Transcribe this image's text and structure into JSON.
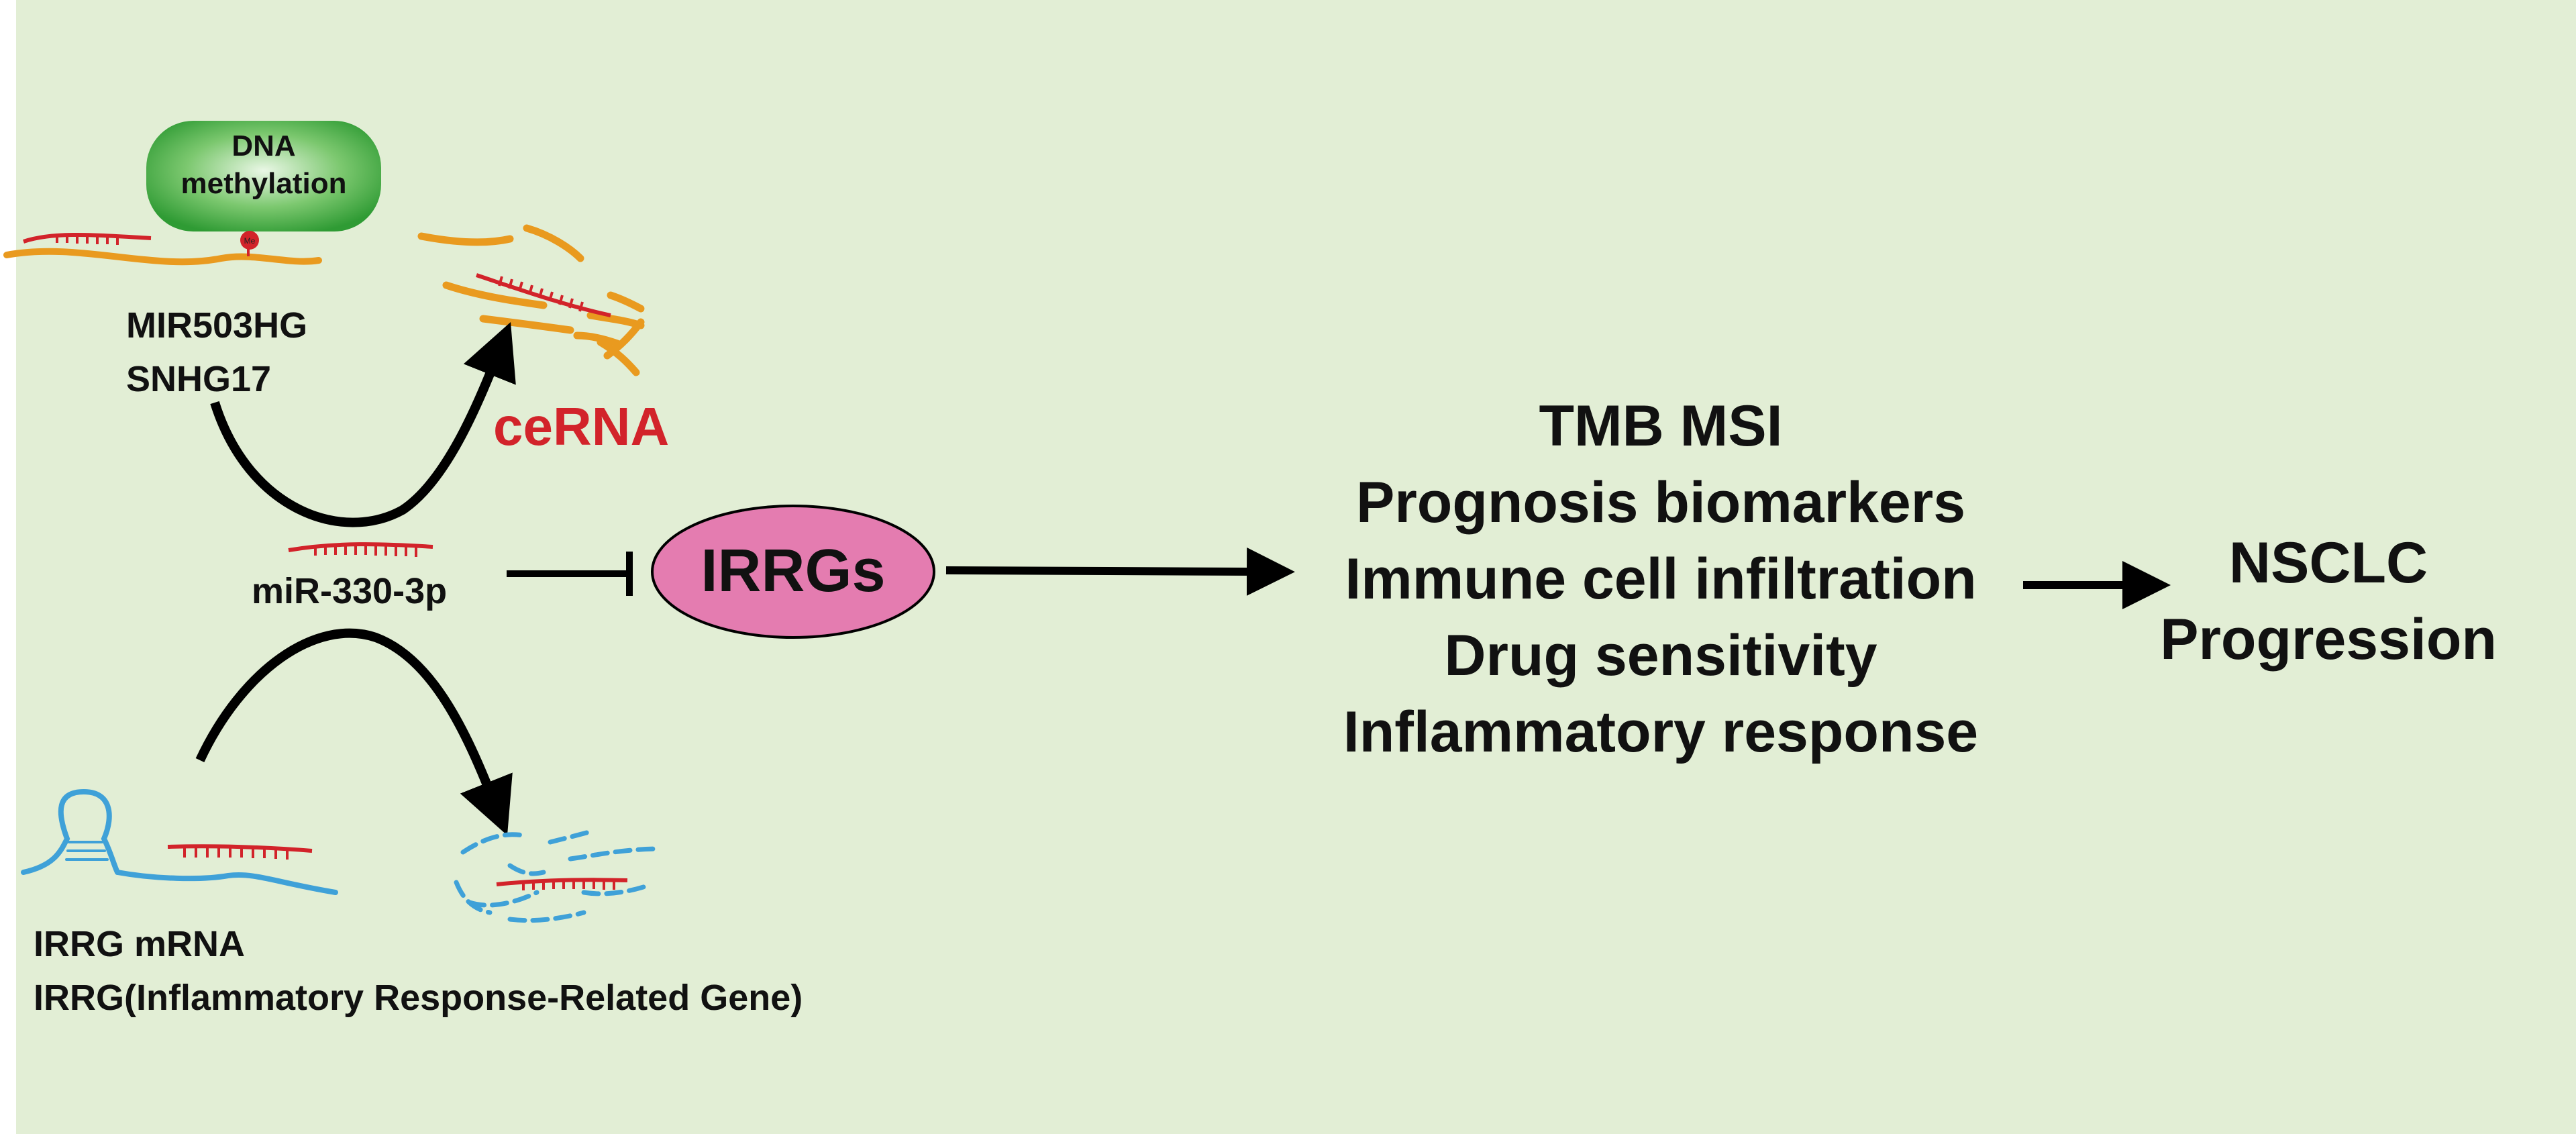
{
  "diagram": {
    "dna_methylation": [
      "DNA",
      "methylation"
    ],
    "methyl_mark": "Me",
    "lncrnas": [
      "MIR503HG",
      "SNHG17"
    ],
    "cerna": "ceRNA",
    "mirna": "miR-330-3p",
    "irrgs": "IRRGs",
    "outcomes": [
      "TMB MSI",
      "Prognosis biomarkers",
      "Immune cell infiltration",
      "Drug sensitivity",
      "Inflammatory response"
    ],
    "endpoint": [
      "NSCLC",
      "Progression"
    ],
    "mrna_labels": [
      "IRRG mRNA",
      "IRRG(Inflammatory Response-Related Gene)"
    ]
  },
  "colors": {
    "background": "#e2eed5",
    "lncrna": "#e99a1f",
    "mirna": "#d2232a",
    "mrna": "#3fa1d8",
    "methylation_box": "#3aa83a",
    "irrgs_fill": "#e47cb0",
    "cerna_text": "#d2232a"
  }
}
